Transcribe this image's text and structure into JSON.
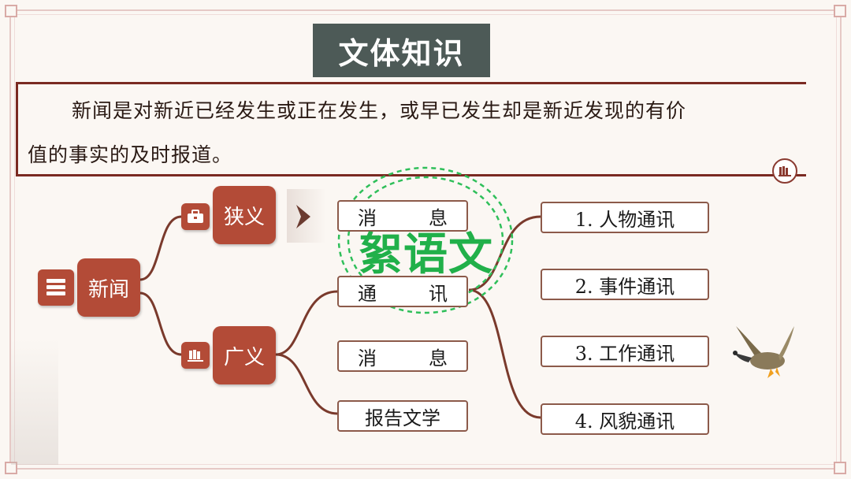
{
  "title": "文体知识",
  "definition": {
    "line1": "新闻是对新近已经发生或正在发生，或早已发生却是新近发现的有价",
    "line2": "值的事实的及时报道。"
  },
  "diagram": {
    "root": "新闻",
    "narrow": "狭义",
    "broad": "广义",
    "narrow_children": [
      {
        "a": "消",
        "b": "息"
      }
    ],
    "broad_children": {
      "tongxun": {
        "a": "通",
        "b": "讯"
      },
      "xiaoxi": {
        "a": "消",
        "b": "息"
      },
      "baogao": "报告文学"
    },
    "tongxun_types": [
      "1. 人物通讯",
      "2. 事件通讯",
      "3. 工作通讯",
      "4. 风貌通讯"
    ]
  },
  "watermark": "絮语文",
  "colors": {
    "accent": "#b34b37",
    "title_bg": "#4d5a57",
    "border": "#7a2a22",
    "watermark": "#21b04a"
  },
  "icons": {
    "root": "books-stack-icon",
    "narrow": "briefcase-icon",
    "broad": "book-shelf-icon",
    "badge": "book-shelf-icon",
    "arrow": "chevron-right-icon",
    "decoration": "flying-goose-icon"
  }
}
